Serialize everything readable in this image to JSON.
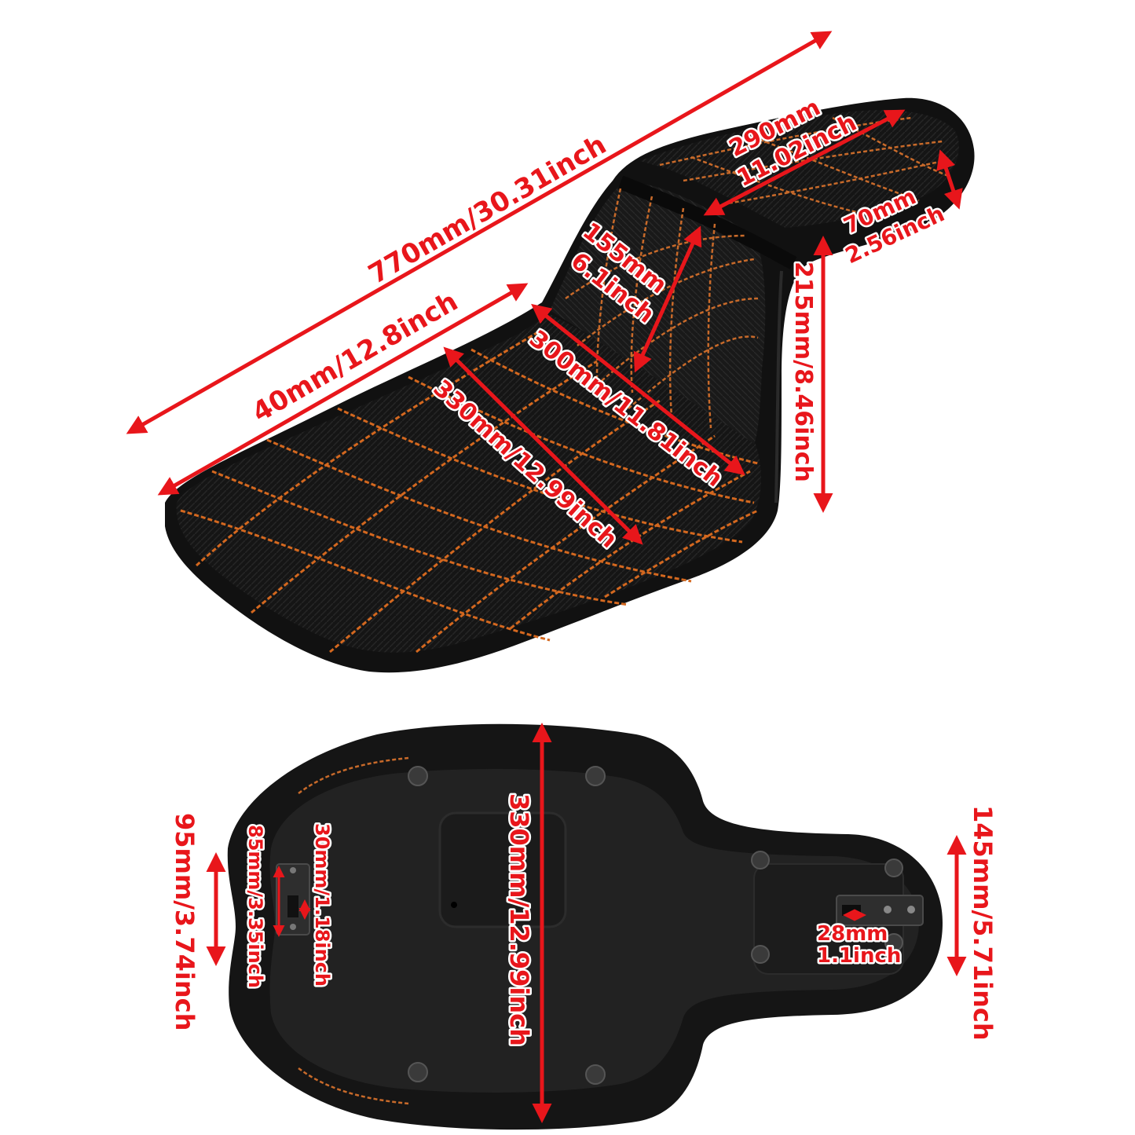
{
  "colors": {
    "background": "#ffffff",
    "dimension_red": "#e8161b",
    "seat_black": "#141414",
    "stitch_orange": "#d4681f",
    "base_plate": "#1e1e1e"
  },
  "top_view": {
    "dim_overall": "770mm/30.31inch",
    "dim_front_length": "40mm/12.8inch",
    "dim_rear_width_mm": "290mm",
    "dim_rear_width_in": "11.02inch",
    "dim_rear_height_mm": "70mm",
    "dim_rear_height_in": "2.56inch",
    "dim_backrest_mm": "155mm",
    "dim_backrest_in": "6.1inch",
    "dim_mid_width": "215mm/8.46inch",
    "dim_rider_length": "300mm/11.81inch",
    "dim_rider_width": "330mm/12.99inch"
  },
  "bottom_view": {
    "dim_front_height": "95mm/3.74inch",
    "dim_mount_length": "85mm/3.35inch",
    "dim_mount_slot": "30mm/1.18inch",
    "dim_base_width": "330mm/12.99inch",
    "dim_rear_tab_mm": "28mm",
    "dim_rear_tab_in": "1.1inch",
    "dim_rear_width": "145mm/5.71inch"
  }
}
